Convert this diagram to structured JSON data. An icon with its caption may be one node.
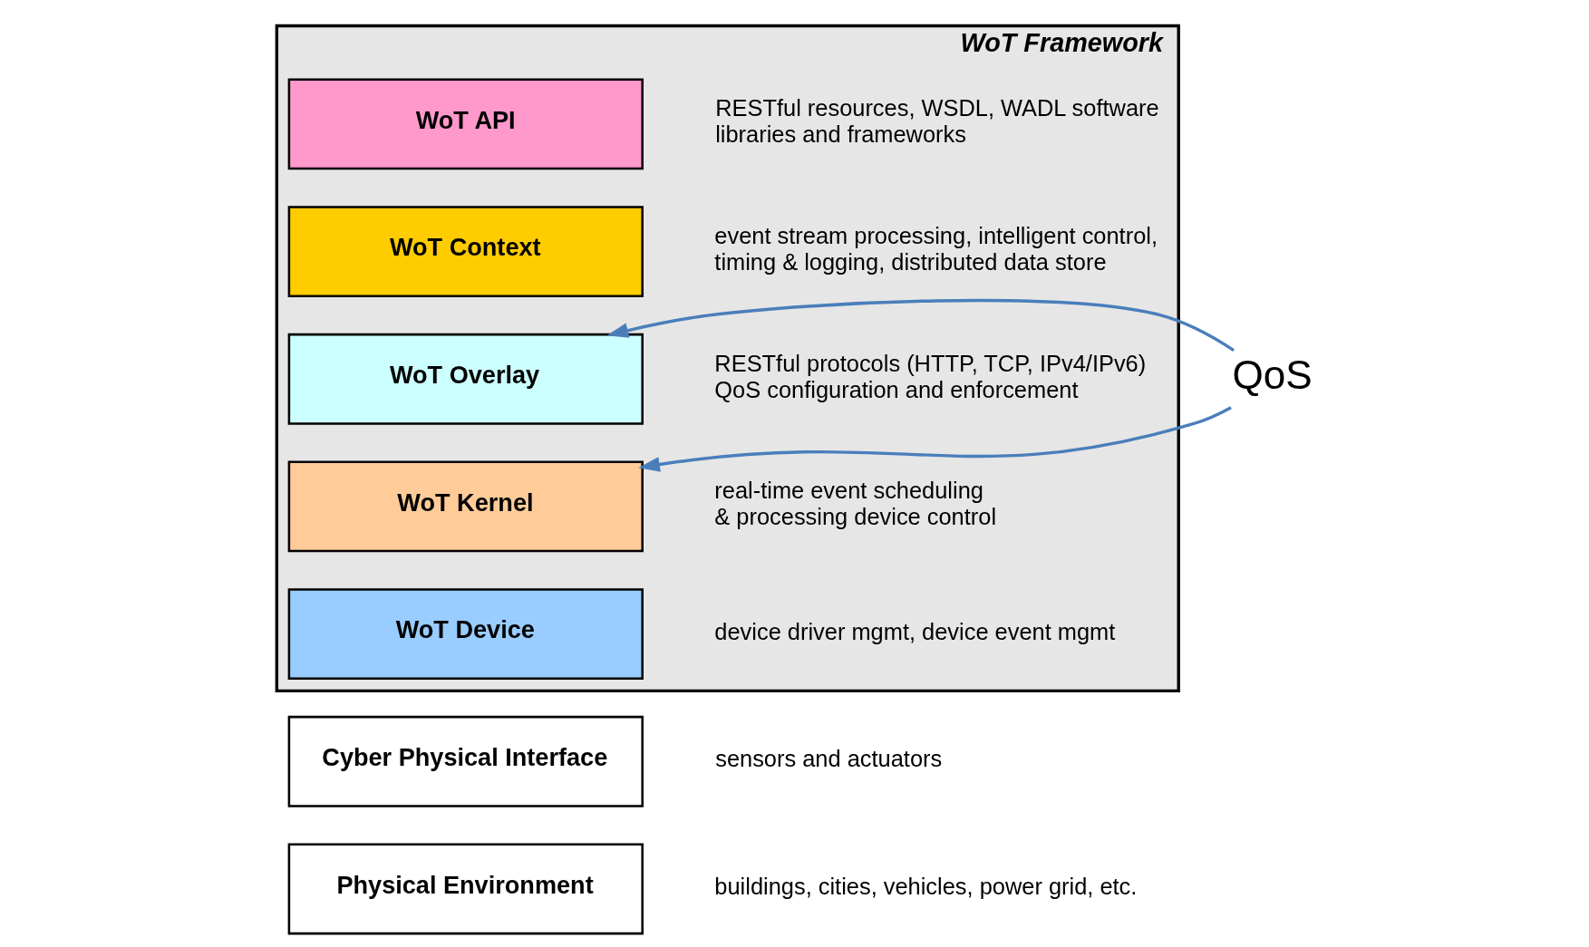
{
  "diagram": {
    "nodes": [
      {
        "text": [
          "WoT Framework"
        ]
      },
      {
        "text": [
          "WoT API"
        ],
        "in": 0,
        "beside": [
          "RESTful resources, WSDL, WADL software libraries and frameworks"
        ]
      },
      {
        "text": [
          "WoT Context"
        ],
        "in": 0,
        "beside": [
          "event stream processing, intelligent control, timing & logging, distributed data store"
        ]
      },
      {
        "text": [
          "WoT Overlay"
        ],
        "in": 0,
        "beside": [
          "RESTful protocols (HTTP, TCP, IPv4/IPv6) QoS configuration and enforcement"
        ]
      },
      {
        "text": [
          "WoT Kernel"
        ],
        "in": 0,
        "beside": [
          "real-time event scheduling & processing device control"
        ]
      },
      {
        "text": [
          "WoT Device"
        ],
        "in": 0,
        "beside": [
          "device driver mgmt, device event mgmt"
        ]
      },
      {
        "text": [
          "Cyber Physical Interface"
        ],
        "beside": [
          "sensors and actuators"
        ]
      },
      {
        "text": [
          "Physical Environment"
        ],
        "beside": [
          "buildings, cities, vehicles, power grid, etc."
        ]
      },
      {
        "text": [
          "QoS"
        ]
      }
    ],
    "edges": [
      {
        "from": 8,
        "to": 3,
        "arrow": "to",
        "color": "#4a7ebb"
      },
      {
        "from": 8,
        "to": 4,
        "arrow": "to",
        "color": "#4a7ebb"
      }
    ]
  }
}
